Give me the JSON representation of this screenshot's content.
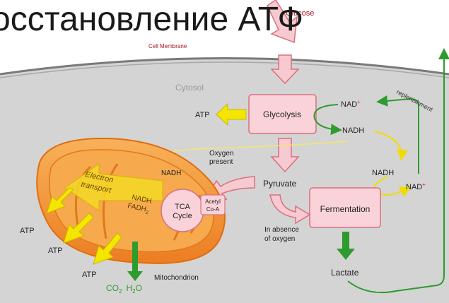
{
  "slide": {
    "title": "осстановление АТФ"
  },
  "labels": {
    "glucose": "Glucose",
    "cell_membrane": "Cell Membrane",
    "cytosol": "Cytosol",
    "glycolysis": "Glycolysis",
    "atp": "ATP",
    "nad": "NAD",
    "nad_plus": "+",
    "nadh": "NADH",
    "replenishment": "replenishment",
    "oxygen_present_1": "Oxygen",
    "oxygen_present_2": "present",
    "pyruvate": "Pyruvate",
    "fermentation": "Fermentation",
    "absence_1": "In absence",
    "absence_2": "of oxygen",
    "lactate": "Lactate",
    "electron_1": "Electron",
    "electron_2": "transport",
    "fadh2": "FADH",
    "sub2": "2",
    "tca_1": "TCA",
    "tca_2": "Cycle",
    "acetyl_1": "Acetyl",
    "acetyl_2": "Co-A",
    "mitochondrion": "Mitochondrion",
    "co2": "CO",
    "h2o": "H",
    "h2o_tail": "O"
  },
  "colors": {
    "box_fill": "#f9d3d9",
    "box_stroke": "#d9707e",
    "yellow_arrow": "#f5e600",
    "green": "#2e9b2e",
    "red": "#e02020",
    "cytosol_bg": "#d6d6d6",
    "mito_orange": "#f39c3c"
  }
}
